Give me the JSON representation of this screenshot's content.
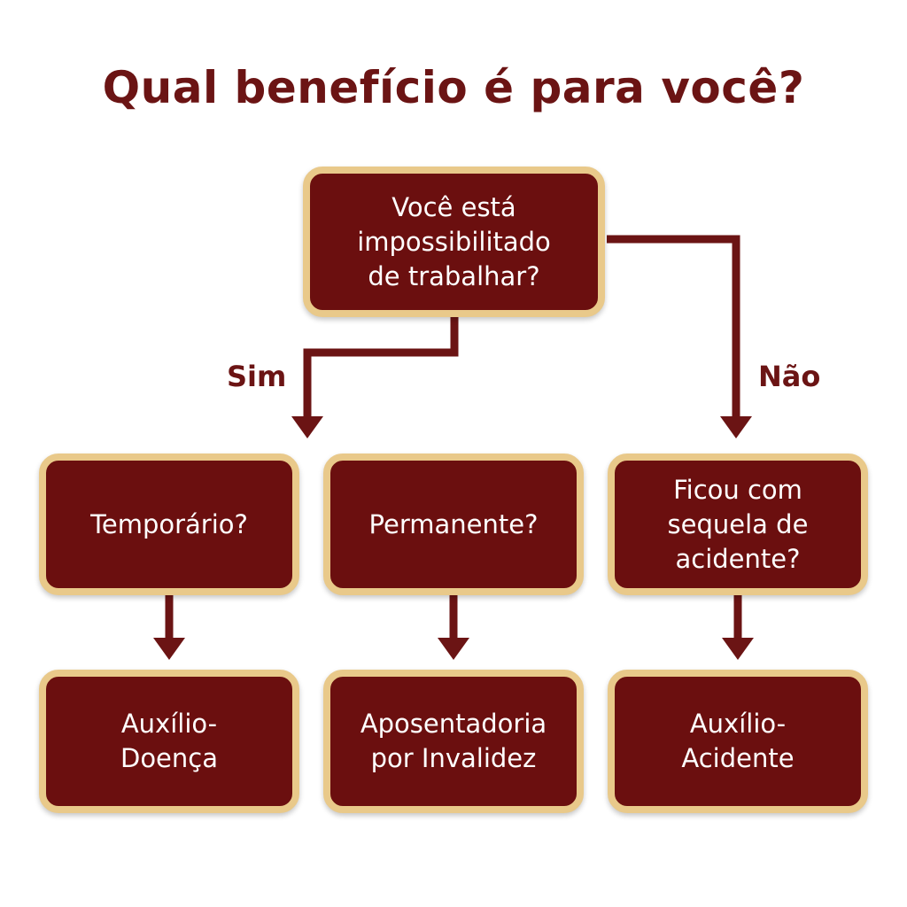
{
  "title": "Qual benefício é para você?",
  "colors": {
    "box_fill": "#6b0f0f",
    "box_border": "#e9c98a",
    "connector": "#6b1414",
    "text_dark": "#6b1414",
    "text_light": "#ffffff"
  },
  "nodes": {
    "question": "Você está\nimpossibilitado\nde trabalhar?",
    "temporary": "Temporário?",
    "permanent": "Permanente?",
    "accident_sequel": "Ficou com\nsequela de\nacidente?",
    "sickness_benefit": "Auxílio-\nDoença",
    "disability_retirement": "Aposentadoria\npor Invalidez",
    "accident_benefit": "Auxílio-\nAcidente"
  },
  "branches": {
    "yes": "Sim",
    "no": "Não"
  }
}
